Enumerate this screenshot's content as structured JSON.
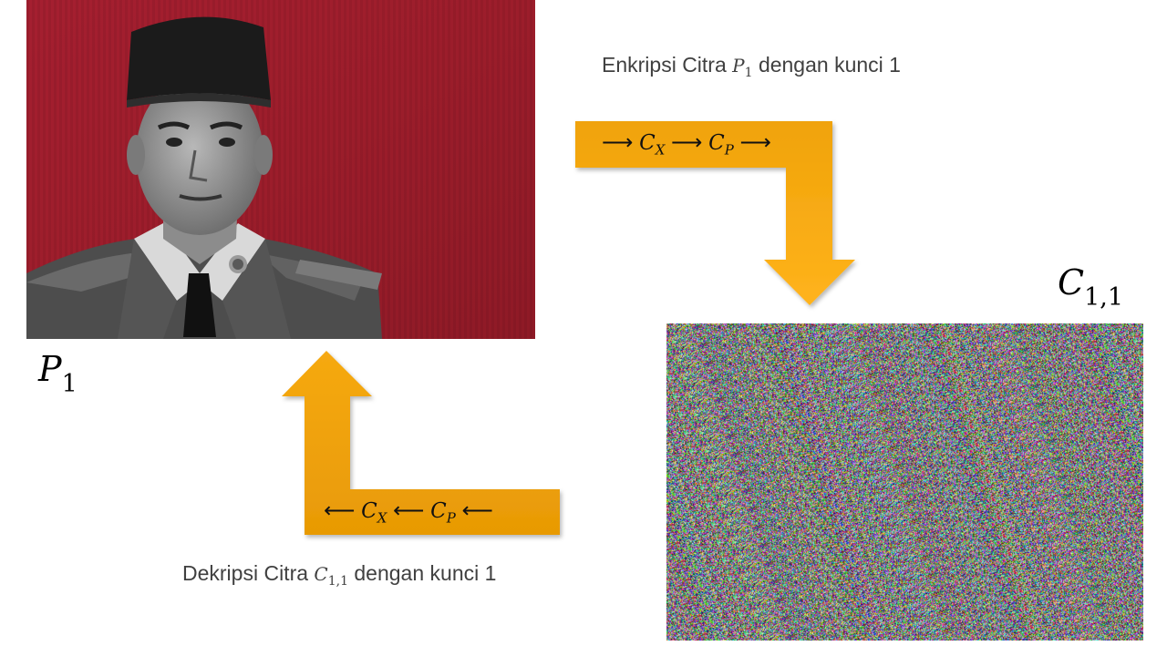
{
  "labels": {
    "plain_symbol": "P",
    "plain_subscript": "1",
    "cipher_symbol": "C",
    "cipher_subscript": "1,1"
  },
  "encryption": {
    "caption_prefix": "Enkripsi Citra",
    "caption_symbol": "P",
    "caption_subscript": "1",
    "caption_suffix": "dengan kunci 1",
    "sequence": {
      "arrow": "⟶",
      "step1_symbol": "C",
      "step1_subscript": "X",
      "step2_symbol": "C",
      "step2_subscript": "P"
    }
  },
  "decryption": {
    "caption_prefix": "Dekripsi Citra",
    "caption_symbol": "C",
    "caption_subscript": "1,1",
    "caption_suffix": "dengan kunci 1",
    "sequence": {
      "arrow": "⟵",
      "step1_symbol": "C",
      "step1_subscript": "X",
      "step2_symbol": "C",
      "step2_subscript": "P"
    }
  },
  "colors": {
    "arrow_top": "#f0a30a",
    "arrow_bottom": "#ffb31c",
    "plain_background": "#a3222f"
  }
}
